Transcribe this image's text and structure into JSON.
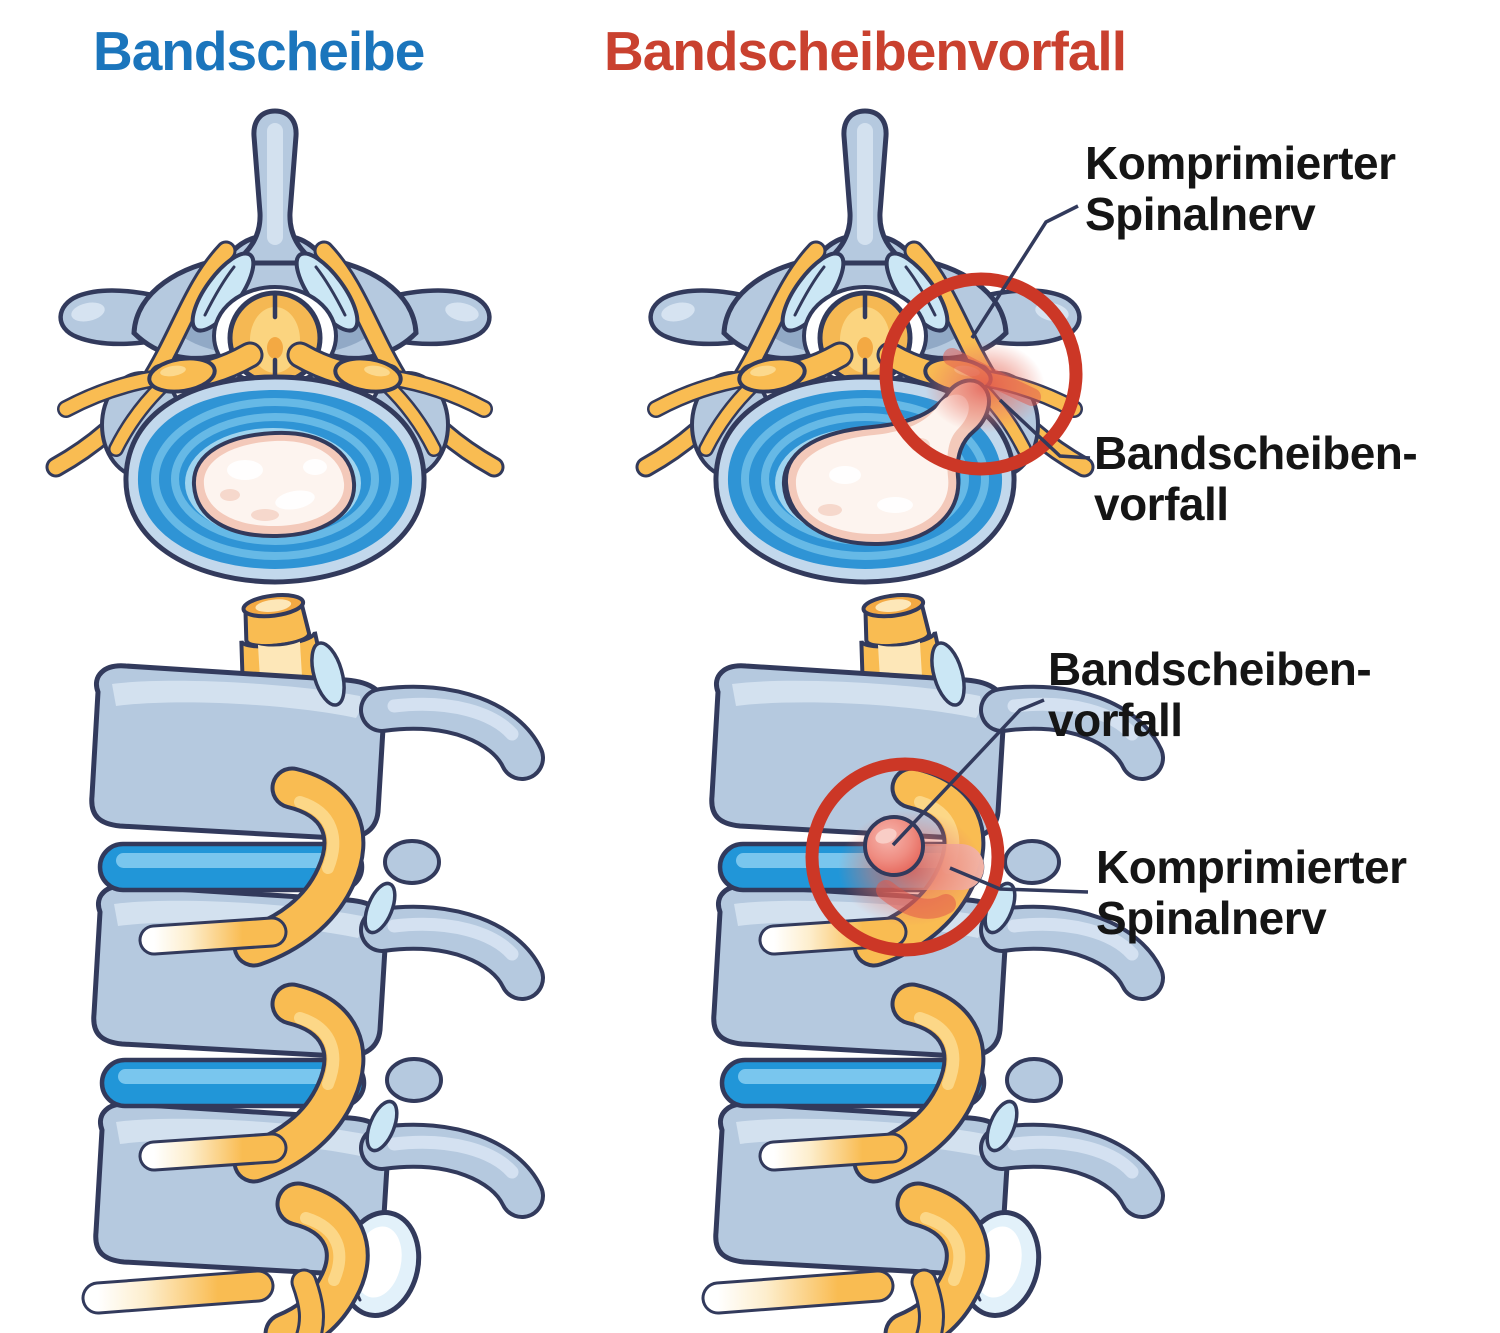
{
  "titles": {
    "healthy": "Bandscheibe",
    "herniated": "Bandscheibenvorfall"
  },
  "annotations": {
    "axial_nerve": {
      "line1": "Komprimierter",
      "line2": "Spinalnerv"
    },
    "axial_hernia": {
      "line1": "Bandscheiben-",
      "line2": "vorfall"
    },
    "lateral_hernia": {
      "line1": "Bandscheiben-",
      "line2": "vorfall"
    },
    "lateral_nerve": {
      "line1": "Komprimierter",
      "line2": "Spinalnerv"
    }
  },
  "figures": {
    "top_left": "healthy disc, vertebra axial view",
    "top_right": "herniated disc, vertebra axial view",
    "bottom_left": "healthy spine, lateral view",
    "bottom_right": "herniated disc spine, lateral view"
  },
  "colors": {
    "titleBlue": "#1b75bc",
    "titleRed": "#c9412f",
    "outline": "#323a5c",
    "bone": "#b5c9df",
    "boneLight": "#d6e3f1",
    "boneShadow": "#8ba3c2",
    "facetPale": "#cbe7f5",
    "facetWhite": "#e2f1fa",
    "nerve": "#f9bc52",
    "nerveLight": "#fcd98d",
    "nerveCream": "#fde7b8",
    "cord": "#f5b853",
    "cordLight": "#fbd47f",
    "cordDark": "#f3a943",
    "discBlue": "#2196d8",
    "discBlueMid": "#2f94d5",
    "discStripe": "#79c6ee",
    "discRim": "#c2d8ec",
    "ringLight": "#66b9e6",
    "ringInner": "#9fd4ef",
    "nucleusRim": "#f3c9ba",
    "nucleus": "#fdf4ef",
    "inflamed": "#e2574b",
    "circleRed": "#cc3726",
    "label": "#151515",
    "leader": "#323a5c"
  }
}
